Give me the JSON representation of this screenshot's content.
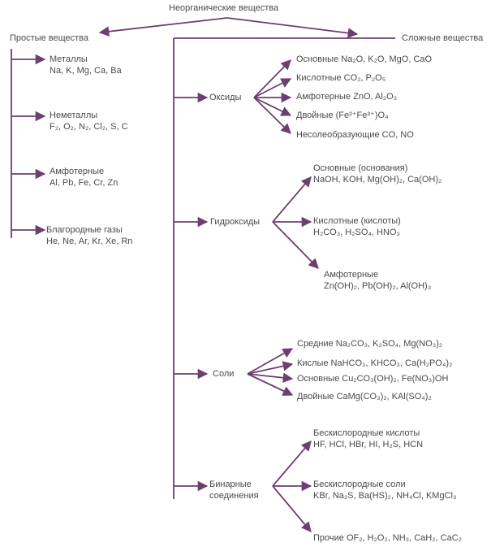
{
  "title": "Неорганические вещества",
  "simple": {
    "title": "Простые вещества",
    "items": [
      {
        "name": "Металлы",
        "examples": "Na, K, Mg, Ca, Ba"
      },
      {
        "name": "Неметаллы",
        "examples": "F₂, O₂, N₂, Cl₂, S, C"
      },
      {
        "name": "Амфотерные",
        "examples": "Al, Pb, Fe, Cr, Zn"
      },
      {
        "name": "Благородные газы",
        "examples": "He, Ne, Ar, Kr, Xe, Rn"
      }
    ]
  },
  "complex": {
    "title": "Сложные вещества",
    "groups": [
      {
        "name": "Оксиды",
        "items": [
          "Основные Na₂O, K₂O, MgO, CaO",
          "Кислотные CO₂, P₂O₅",
          "Амфотерные ZnO, Al₂O₃",
          "Двойные (Fe²⁺Fe³⁺)O₄",
          "Несолеобразующие CO, NO"
        ]
      },
      {
        "name": "Гидроксиды",
        "items": [
          {
            "name": "Основные (основания)",
            "examples": "NaOH, KOH, Mg(OH)₂, Ca(OH)₂"
          },
          {
            "name": "Кислотные (кислоты)",
            "examples": "H₂CO₃, H₂SO₄, HNO₃"
          },
          {
            "name": "Амфотерные",
            "examples": "Zn(OH)₂, Pb(OH)₂, Al(OH)₃"
          }
        ]
      },
      {
        "name": "Соли",
        "items": [
          "Средние Na₂CO₃, K₂SO₄, Mg(NO₃)₂",
          "Кислые NaHCO₃, KHCO₃, Ca(H₂PO₄)₂",
          "Основные Cu₂CO₃(OH)₂, Fe(NO₃)OH",
          "Двойные CaMg(CO₃)₂, KAl(SO₄)₂"
        ]
      },
      {
        "name_lines": [
          "Бинарные",
          "соединения"
        ],
        "items": [
          {
            "name": "Бескислородные кислоты",
            "examples": "HF, HCl, HBr, HI, H₂S, HCN"
          },
          {
            "name": "Бескислородные соли",
            "examples": "KBr, Na₂S, Ba(HS)₂, NH₄Cl, KMgCl₃"
          },
          {
            "name": "Прочие OF₂, H₂O₂, NH₃, CaH₂, CaC₂"
          }
        ]
      }
    ]
  },
  "colors": {
    "line": "#6b3f6e",
    "text": "#4a4a4a"
  }
}
